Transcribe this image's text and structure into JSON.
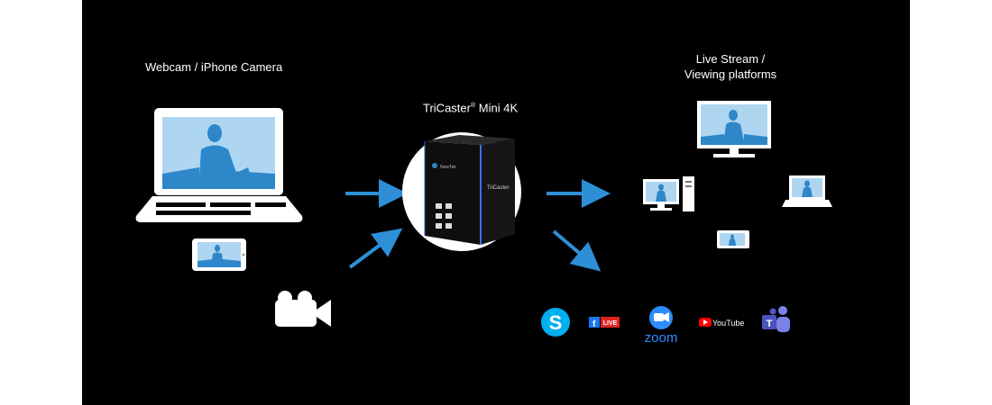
{
  "labels": {
    "source": "Webcam / iPhone Camera",
    "device_brand": "TriCaster",
    "device_model": "Mini 4K",
    "registered_mark": "®",
    "output_line1": "Live Stream /",
    "output_line2": "Viewing platforms"
  },
  "device_face": {
    "brand": "TriCaster",
    "maker_badge": "NewTek"
  },
  "platforms": {
    "facebook_live": "LIVE",
    "zoom": "zoom",
    "youtube": "YouTube"
  },
  "colors": {
    "background": "#000000",
    "screen": "#aed6f1",
    "silhouette": "#2e87c8",
    "arrow": "#2e8fd6",
    "skype": "#00aff0",
    "facebook": "#1877f2",
    "zoom": "#2d8cff",
    "youtube": "#ff0000",
    "teams": "#5059c9"
  },
  "icons": [
    "laptop-icon",
    "phone-icon",
    "video-camera-icon",
    "tricaster-device-icon",
    "monitor-icon",
    "desktop-pc-icon",
    "laptop-small-icon",
    "tablet-icon",
    "skype-icon",
    "facebook-live-icon",
    "zoom-icon",
    "youtube-icon",
    "teams-icon"
  ]
}
